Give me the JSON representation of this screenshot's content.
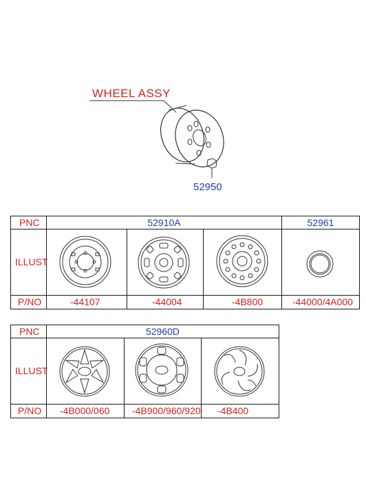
{
  "assembly": {
    "title": "WHEEL ASSY",
    "hub_nut_pnc": "52950"
  },
  "table1": {
    "row_labels": {
      "pnc": "PNC",
      "illust": "ILLUST",
      "pno": "P/NO"
    },
    "groups": [
      {
        "pnc": "52910A",
        "items": [
          {
            "pno": "-44107",
            "icon": "steel-wheel-4hole-icon"
          },
          {
            "pno": "-44004",
            "icon": "steel-wheel-slotted-icon"
          },
          {
            "pno": "-4B800",
            "icon": "steel-wheel-round-holes-icon"
          }
        ]
      },
      {
        "pnc": "52961",
        "items": [
          {
            "pno": "-44000/4A000",
            "icon": "ring-cap-icon"
          }
        ]
      }
    ]
  },
  "table2": {
    "row_labels": {
      "pnc": "PNC",
      "illust": "ILLUST",
      "pno": "P/NO"
    },
    "groups": [
      {
        "pnc": "52960D",
        "items": [
          {
            "pno": "-4B000/060",
            "icon": "wheel-cover-6spoke-icon"
          },
          {
            "pno": "-4B900/960/920",
            "icon": "wheel-cover-6slot-icon"
          },
          {
            "pno": "-4B400",
            "icon": "wheel-cover-swirl-icon"
          }
        ]
      }
    ]
  },
  "colors": {
    "label_red": "#d42020",
    "pnc_blue": "#1f3fb0",
    "line": "#1a1a1a"
  }
}
